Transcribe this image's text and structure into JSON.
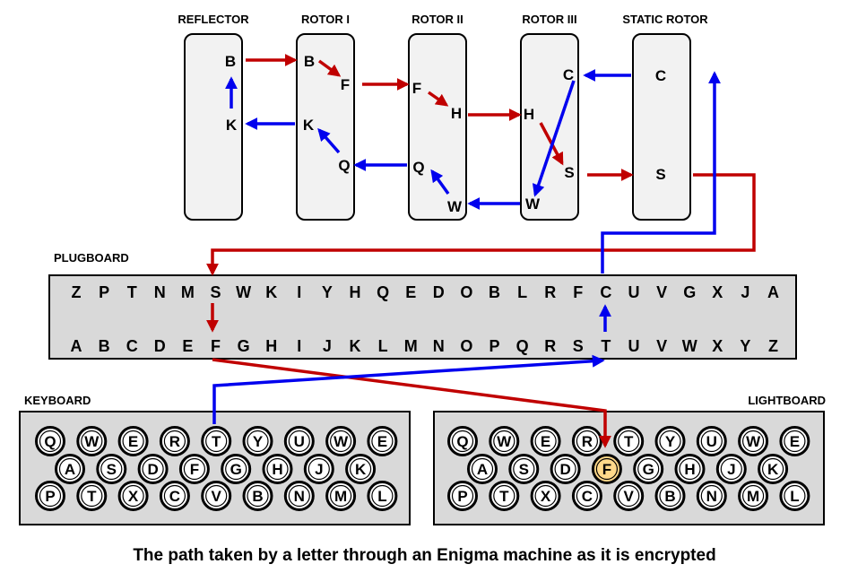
{
  "colors": {
    "forward": "#c00000",
    "backward": "#0000ee",
    "panel_fill": "#d9d9d9",
    "rotor_fill": "#f2f2f2",
    "key_lit": "#ffd98a"
  },
  "caption": "The path taken by a letter through an Enigma machine as it is encrypted",
  "rotors": [
    {
      "label": "REFLECTOR",
      "letters": [
        "B",
        "K"
      ]
    },
    {
      "label": "ROTOR I",
      "letters": [
        "B",
        "F",
        "K",
        "Q"
      ]
    },
    {
      "label": "ROTOR II",
      "letters": [
        "F",
        "H",
        "Q",
        "W"
      ]
    },
    {
      "label": "ROTOR III",
      "letters": [
        "C",
        "H",
        "S",
        "W"
      ]
    },
    {
      "label": "STATIC ROTOR",
      "letters": [
        "C",
        "S"
      ]
    }
  ],
  "plugboard": {
    "label": "PLUGBOARD",
    "top_row": [
      "Z",
      "P",
      "T",
      "N",
      "M",
      "S",
      "W",
      "K",
      "I",
      "Y",
      "H",
      "Q",
      "E",
      "D",
      "O",
      "B",
      "L",
      "R",
      "F",
      "C",
      "U",
      "V",
      "G",
      "X",
      "J",
      "A"
    ],
    "bottom_row": [
      "A",
      "B",
      "C",
      "D",
      "E",
      "F",
      "G",
      "H",
      "I",
      "J",
      "K",
      "L",
      "M",
      "N",
      "O",
      "P",
      "Q",
      "R",
      "S",
      "T",
      "U",
      "V",
      "W",
      "X",
      "Y",
      "Z"
    ]
  },
  "keyboard": {
    "label": "KEYBOARD",
    "rows": [
      [
        "Q",
        "W",
        "E",
        "R",
        "T",
        "Y",
        "U",
        "W",
        "E"
      ],
      [
        "A",
        "S",
        "D",
        "F",
        "G",
        "H",
        "J",
        "K"
      ],
      [
        "P",
        "T",
        "X",
        "C",
        "V",
        "B",
        "N",
        "M",
        "L"
      ]
    ],
    "pressed": "T"
  },
  "lightboard": {
    "label": "LIGHTBOARD",
    "rows": [
      [
        "Q",
        "W",
        "E",
        "R",
        "T",
        "Y",
        "U",
        "W",
        "E"
      ],
      [
        "A",
        "S",
        "D",
        "F",
        "G",
        "H",
        "J",
        "K"
      ],
      [
        "P",
        "T",
        "X",
        "C",
        "V",
        "B",
        "N",
        "M",
        "L"
      ]
    ],
    "lit": "F"
  }
}
